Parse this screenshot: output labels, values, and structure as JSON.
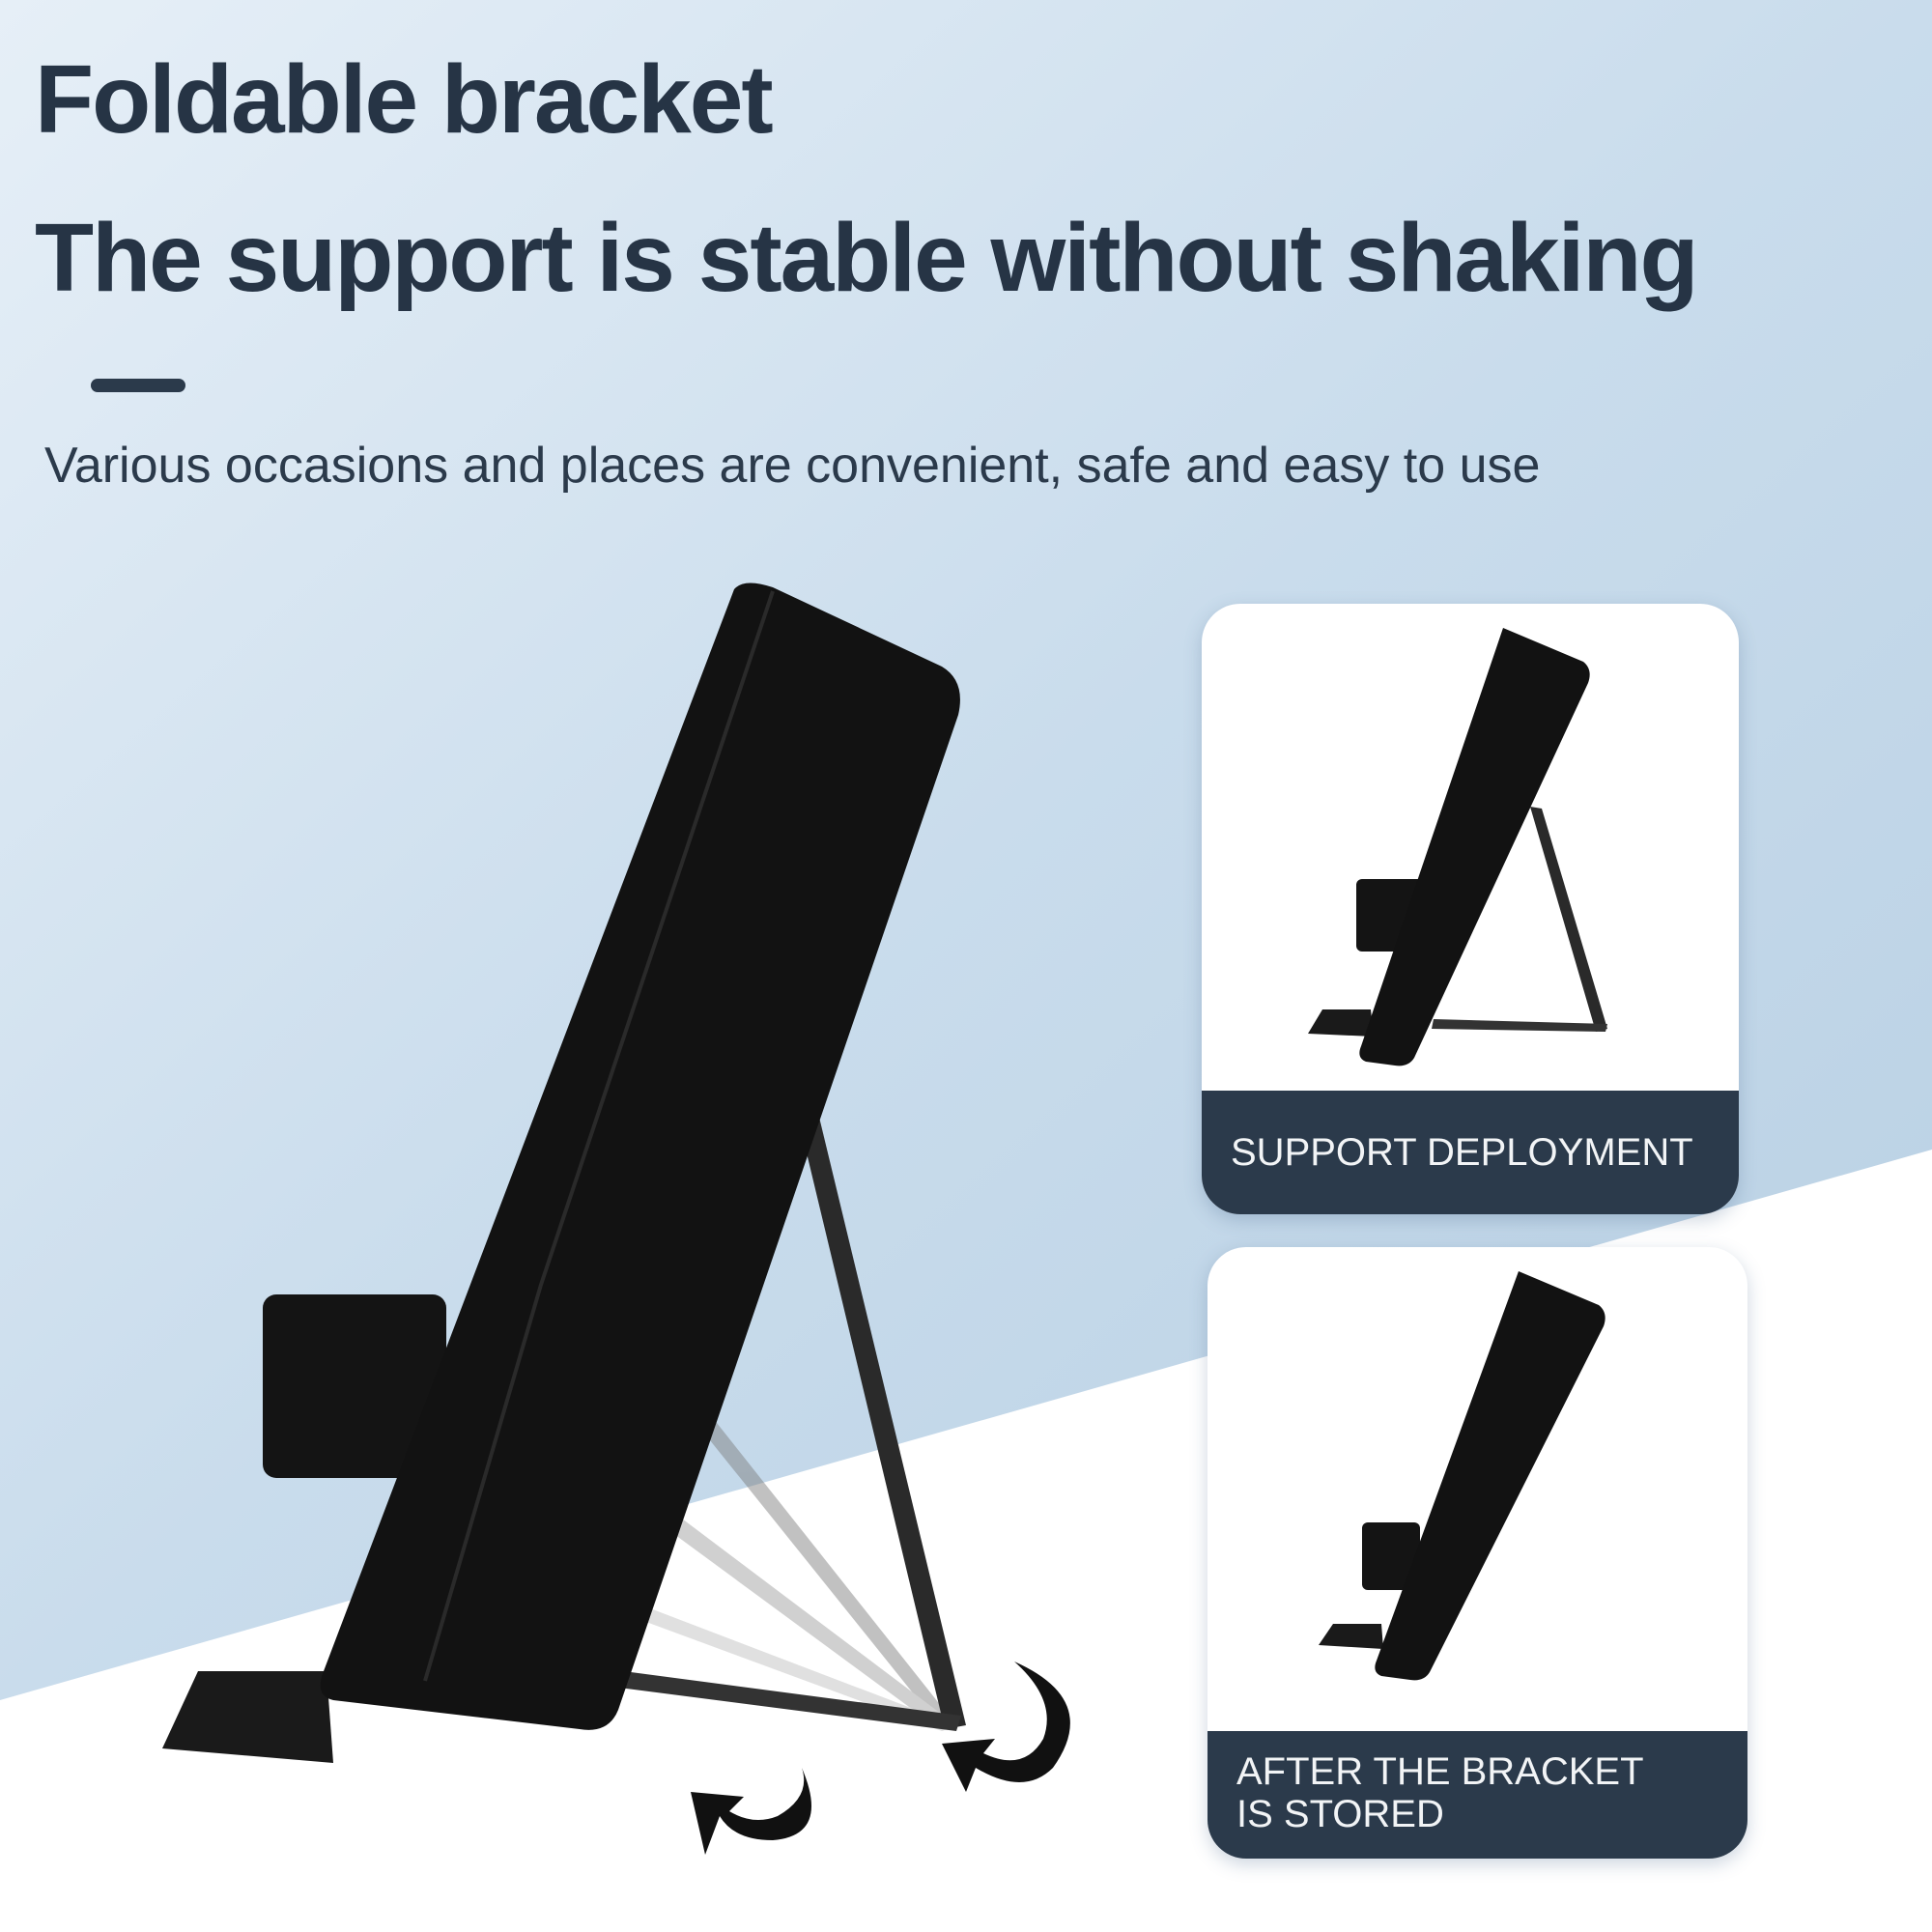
{
  "heading": {
    "line1": "Foldable bracket",
    "line2": "The support is stable without shaking"
  },
  "subtitle": "Various occasions and places are convenient, safe and easy to use",
  "cards": [
    {
      "label": "SUPPORT DEPLOYMENT"
    },
    {
      "label_line1": "AFTER THE BRACKET",
      "label_line2": "IS STORED"
    }
  ],
  "colors": {
    "text": "#263445",
    "band": "#2b3a4b",
    "background_top": "#c9dcec",
    "background_bottom": "#ffffff"
  }
}
